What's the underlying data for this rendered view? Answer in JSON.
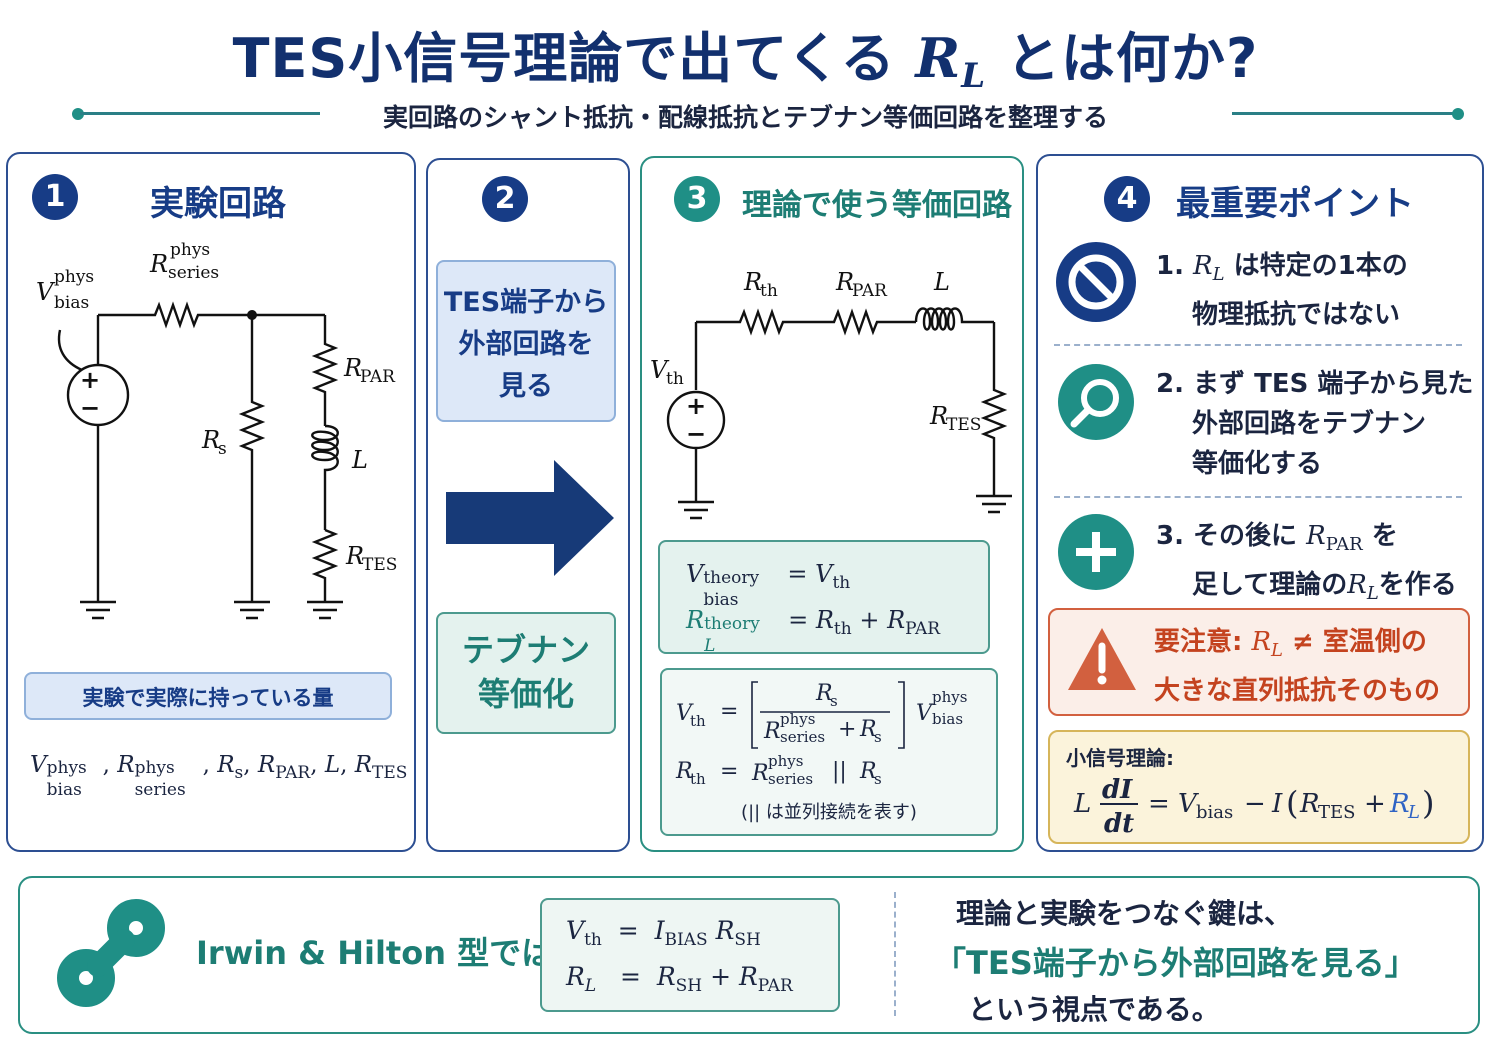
{
  "header": {
    "title_pre": "TES小信号理論で出てくる",
    "title_R": "R",
    "title_sub": "L",
    "title_post": "とは何か?",
    "subtitle": "実回路のシャント抵抗・配線抵抗とテブナン等価回路を整理する"
  },
  "panel1": {
    "num": "1",
    "heading": "実験回路",
    "labels": {
      "V": "V",
      "bias": "bias",
      "phys": "phys",
      "R": "R",
      "series": "series",
      "s": "s",
      "PAR": "PAR",
      "L": "L",
      "TES": "TES"
    },
    "box": "実験で実際に持っている量"
  },
  "panel2": {
    "num": "2",
    "box1": [
      "TES端子から",
      "外部回路を",
      "見る"
    ],
    "box2": [
      "テブナン",
      "等価化"
    ]
  },
  "panel3": {
    "num": "3",
    "heading": "理論で使う等価回路",
    "labels": {
      "th": "th",
      "theory": "theory",
      "note": "(|| は並列接続を表す)"
    }
  },
  "panel4": {
    "num": "4",
    "heading": "最重要ポイント",
    "points": [
      {
        "n": "1.",
        "line1_post": "は特定の1本の",
        "line2": "物理抵抗ではない"
      },
      {
        "n": "2.",
        "line1": "まず TES 端子から見た",
        "line2": "外部回路をテブナン",
        "line3": "等価化する"
      },
      {
        "n": "3.",
        "line1_pre": "その後に",
        "line1_post": "を",
        "line2_pre": "足して理論の",
        "line2_post": "を作る"
      }
    ],
    "warn_pre": "要注意:",
    "warn_post": "室温側の",
    "warn_line2": "大きな直列抵抗そのもの",
    "small_title": "小信号理論:"
  },
  "bottom": {
    "irwin": "Irwin & Hilton 型では",
    "eq_labels": {
      "BIAS": "BIAS",
      "SH": "SH"
    },
    "right": [
      "理論と実験をつなぐ鍵は、",
      "「TES端子から外部回路を見る」",
      "という視点である。"
    ]
  },
  "colors": {
    "navy": "#12306e",
    "teal": "#1f8f86",
    "blue_accent": "#2f63c4",
    "warn": "#d2603f"
  }
}
